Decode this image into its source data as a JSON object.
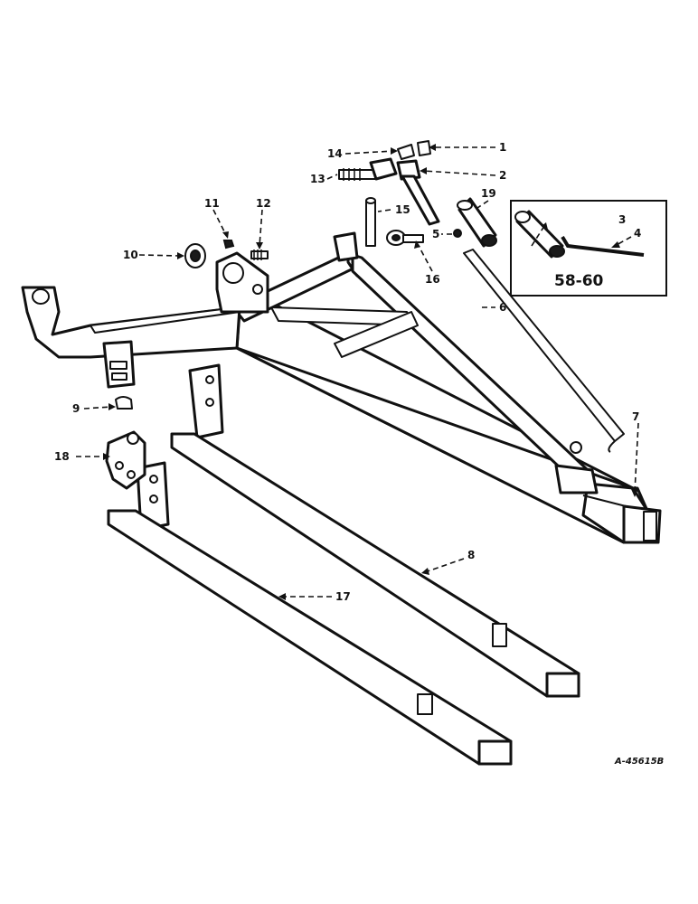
{
  "diagram": {
    "callouts": {
      "c1": "1",
      "c2": "2",
      "c3": "3",
      "c4": "4",
      "c5": "5",
      "c6": "6",
      "c7": "7",
      "c8": "8",
      "c9": "9",
      "c10": "10",
      "c11": "11",
      "c12": "12",
      "c13": "13",
      "c14": "14",
      "c15": "15",
      "c16": "16",
      "c17": "17",
      "c18": "18",
      "c19": "19"
    },
    "inset_label": "58-60",
    "drawing_code": "A-45615B"
  }
}
